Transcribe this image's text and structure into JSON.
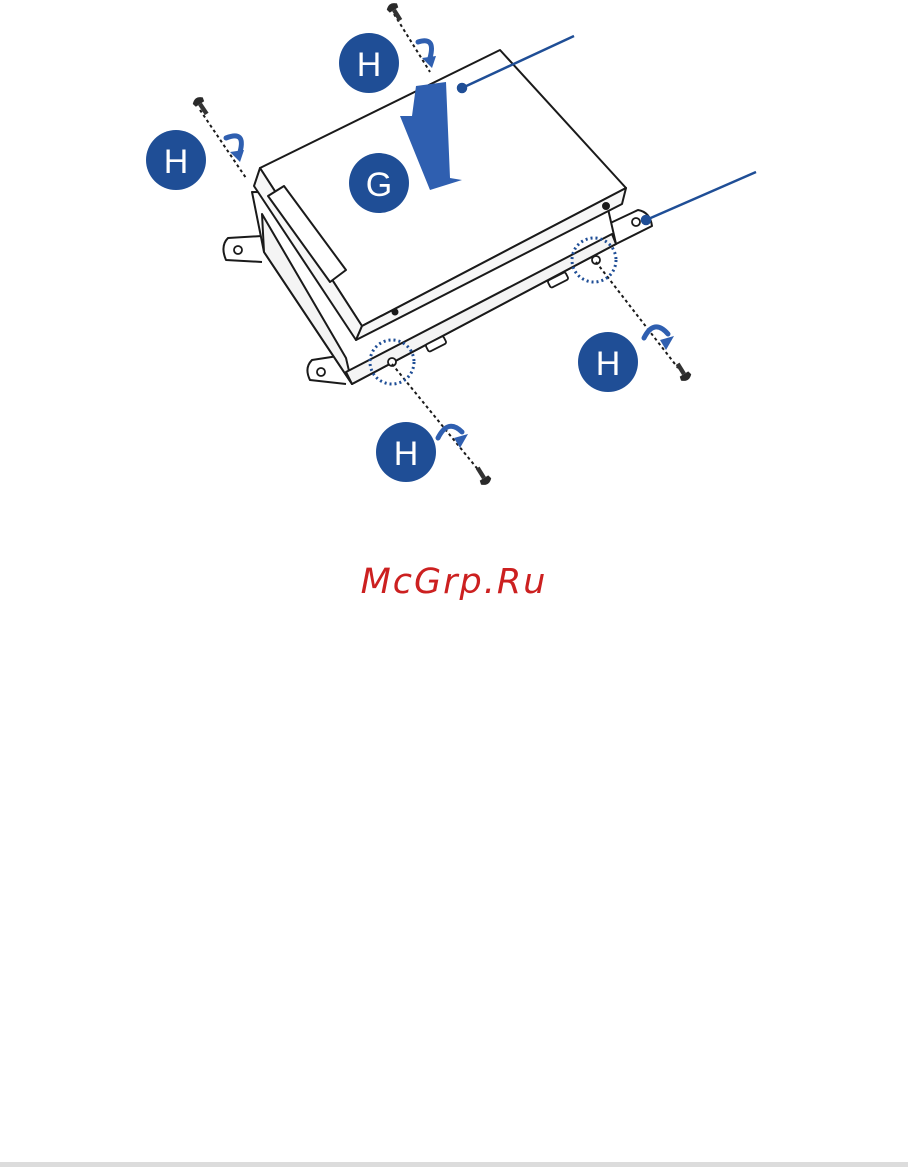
{
  "diagram": {
    "badges": [
      {
        "id": "H"
      },
      {
        "id": "H"
      },
      {
        "id": "G"
      },
      {
        "id": "H"
      },
      {
        "id": "H"
      }
    ]
  },
  "watermark": {
    "text": "McGrp.Ru"
  },
  "colors": {
    "badge": "#1f4e96",
    "arrow": "#2f5fb0",
    "outline": "#1a1a1a",
    "watermark": "#cc2020",
    "rule": "#dcdcdc"
  }
}
